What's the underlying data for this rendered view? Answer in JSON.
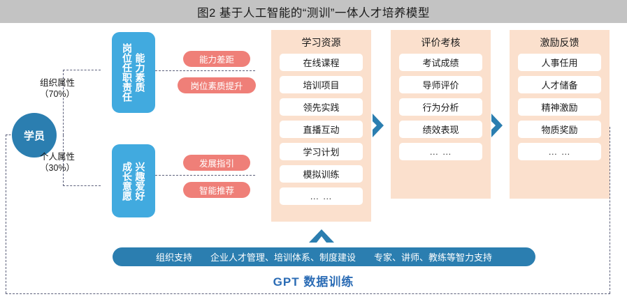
{
  "title": "图2  基于人工智能的“测训”一体人才培养模型",
  "left_flow": {
    "student_label": "学员",
    "edges": [
      {
        "name": "organization-attribute",
        "line1": "组织属性",
        "line2": "（70%）"
      },
      {
        "name": "personal-attribute",
        "line1": "个人属性",
        "line2": "（30%）"
      }
    ],
    "blue_boxes": [
      {
        "name": "job-duty-box",
        "col_right": "能力素质",
        "col_left": "岗位任职责任"
      },
      {
        "name": "growth-will-box",
        "col_right": "兴趣爱好",
        "col_left": "成长意愿"
      }
    ],
    "pills": [
      {
        "name": "capability-gap",
        "label": "能力差距"
      },
      {
        "name": "post-quality-improvement",
        "label": "岗位素质提升"
      },
      {
        "name": "development-guidance",
        "label": "发展指引"
      },
      {
        "name": "intelligent-recommendation",
        "label": "智能推荐"
      }
    ]
  },
  "stages": [
    {
      "name": "learning-resources",
      "title": "学习资源",
      "items": [
        "在线课程",
        "培训项目",
        "领先实践",
        "直播互动",
        "学习计划",
        "模拟训练",
        "… …"
      ]
    },
    {
      "name": "evaluation-assessment",
      "title": "评价考核",
      "items": [
        "考试成绩",
        "导师评价",
        "行为分析",
        "绩效表现",
        "… …"
      ]
    },
    {
      "name": "incentive-feedback",
      "title": "激励反馈",
      "items": [
        "人事任用",
        "人才储备",
        "精神激励",
        "物质奖励",
        "… …"
      ]
    }
  ],
  "support_bar": {
    "segments": [
      "组织支持",
      "企业人才管理、培训体系、制度建设",
      "专家、讲师、教练等智力支持"
    ]
  },
  "gpt_caption": "GPT 数据训练",
  "colors": {
    "title_bar": "#c3c3c3",
    "deep_blue": "#2b7eb0",
    "light_blue": "#41aadf",
    "pink_pill": "#ef7f78",
    "stage_bg": "#fbe0cd",
    "dash": "#5b5f7a",
    "arrow": "#31375f",
    "gpt_text": "#2b6cb5"
  }
}
